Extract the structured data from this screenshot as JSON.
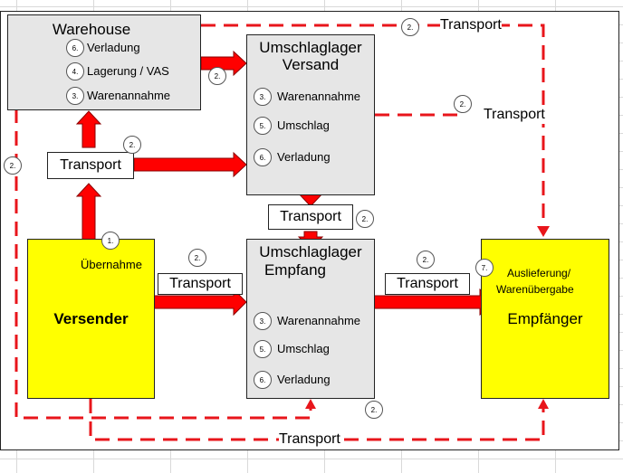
{
  "warehouse": {
    "title": "Warehouse",
    "items": [
      {
        "num": "6.",
        "label": "Verladung"
      },
      {
        "num": "4.",
        "label": "Lagerung / VAS"
      },
      {
        "num": "3.",
        "label": "Warenannahme"
      }
    ]
  },
  "versand": {
    "title_line1": "Umschlaglager",
    "title_line2": "Versand",
    "items": [
      {
        "num": "3.",
        "label": "Warenannahme"
      },
      {
        "num": "5.",
        "label": "Umschlag"
      },
      {
        "num": "6.",
        "label": "Verladung"
      }
    ]
  },
  "empfang": {
    "title_line1": "Umschlaglager",
    "title_line2": "Empfang",
    "items": [
      {
        "num": "3.",
        "label": "Warenannahme"
      },
      {
        "num": "5.",
        "label": "Umschlag"
      },
      {
        "num": "6.",
        "label": "Verladung"
      }
    ]
  },
  "versender": {
    "title": "Versender",
    "uebernahme_num": "1.",
    "uebernahme": "Übernahme"
  },
  "empfaenger": {
    "title": "Empfänger",
    "num": "7.",
    "line1": "Auslieferung/",
    "line2": "Warenübergabe"
  },
  "transport": {
    "label": "Transport",
    "num": "2."
  },
  "colors": {
    "arrow": "#ff0000",
    "dashed": "#e8151b",
    "gray_box": "#e6e6e6",
    "yellow_box": "#ffff00"
  }
}
